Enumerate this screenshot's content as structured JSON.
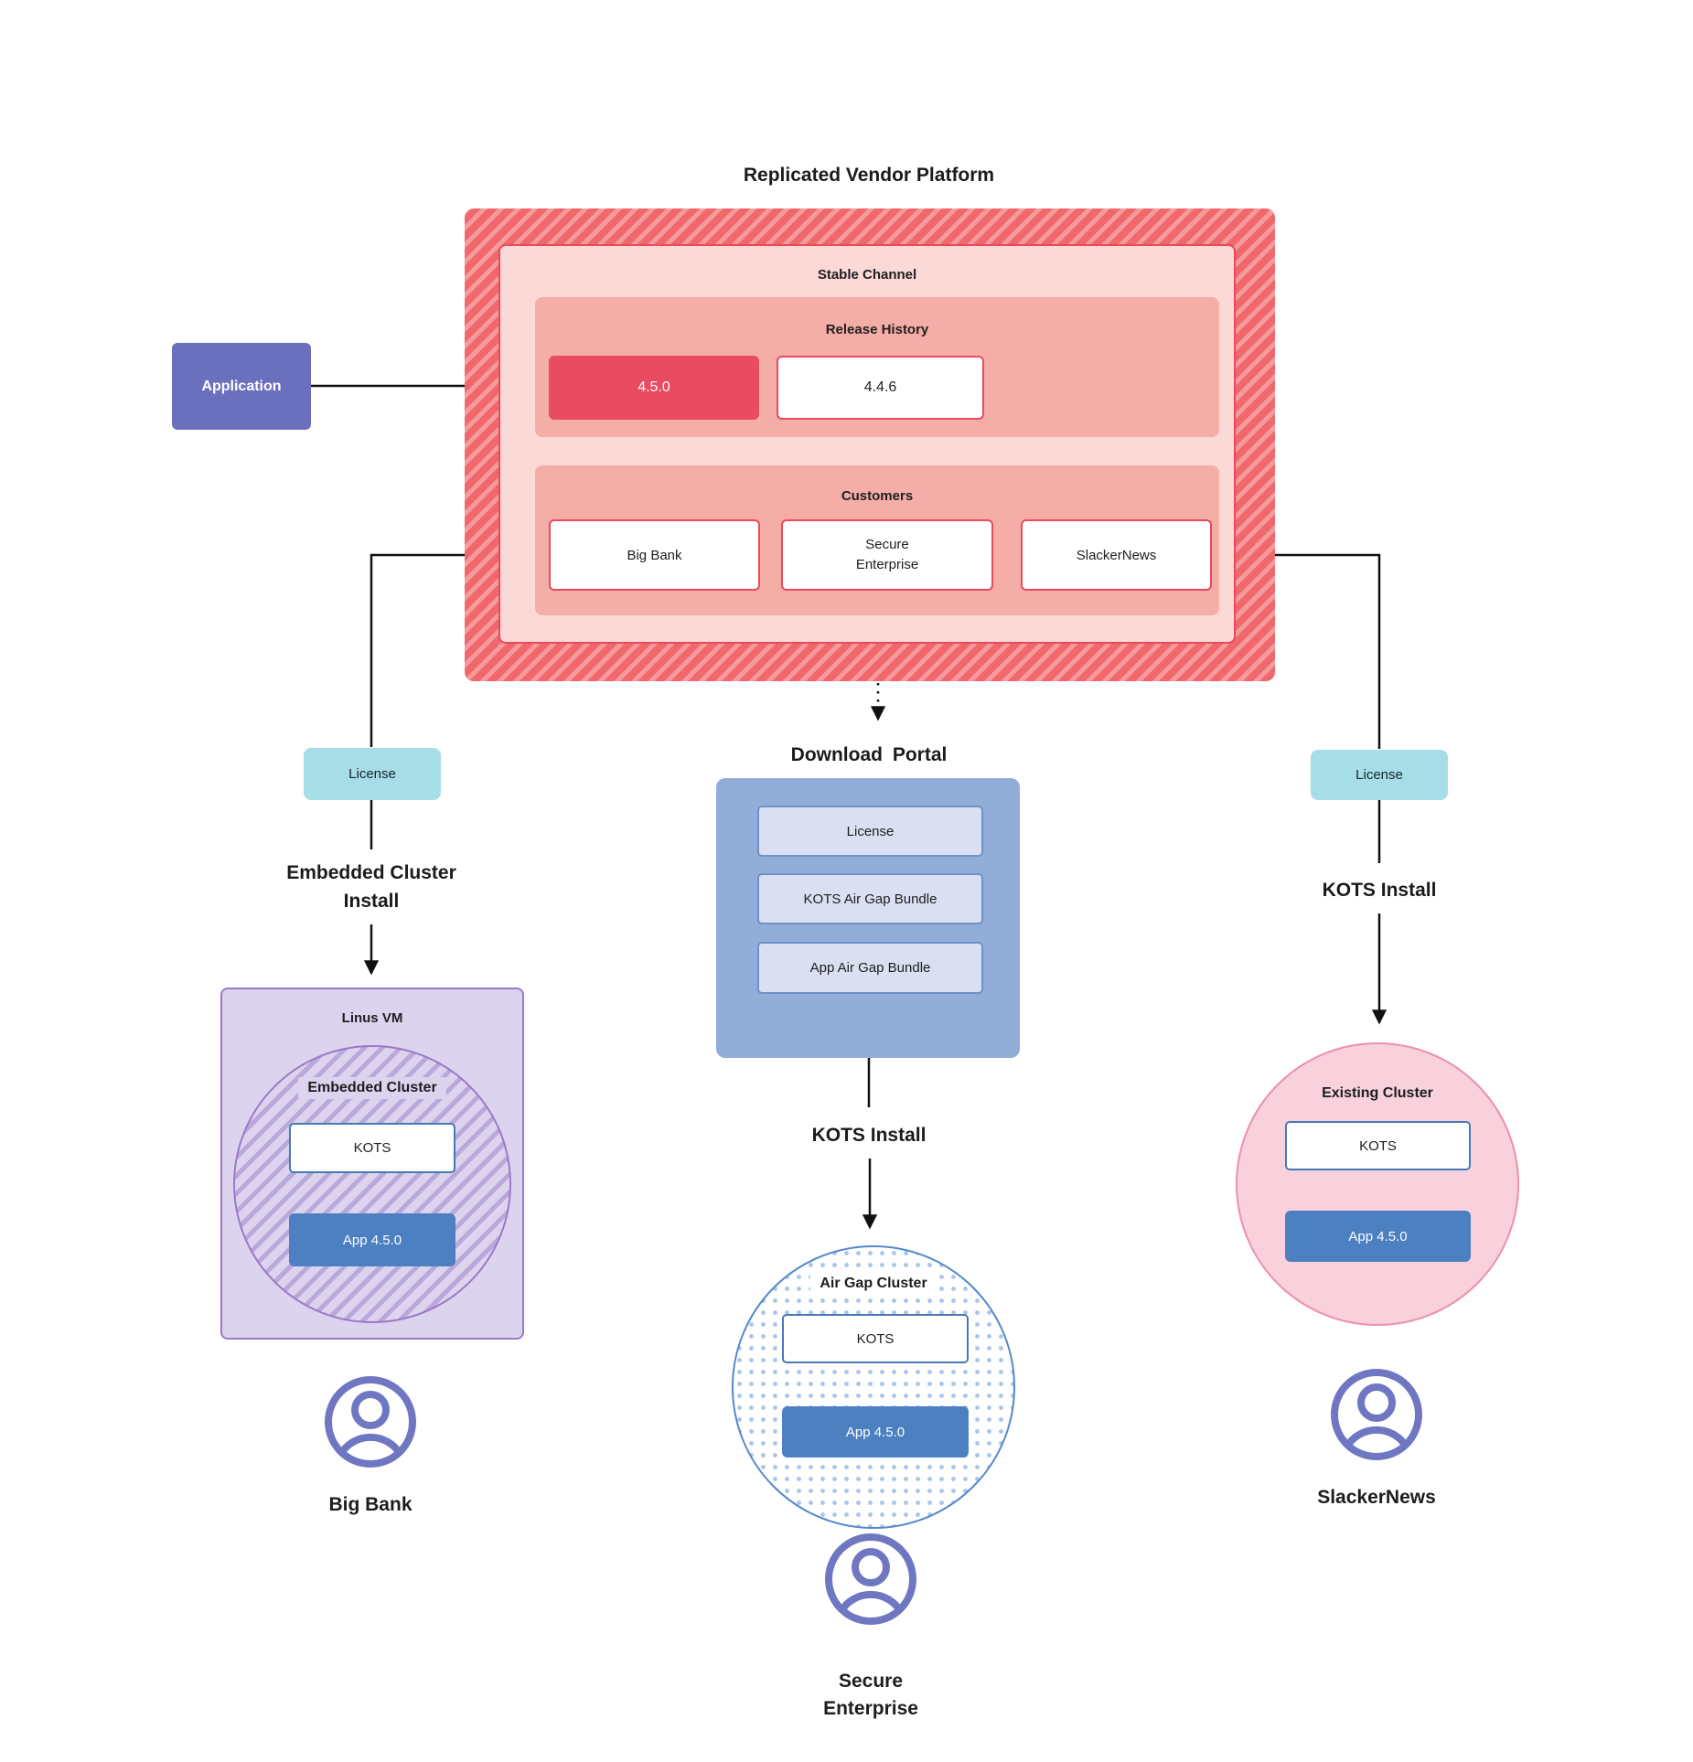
{
  "title": "Replicated Vendor Platform",
  "colors": {
    "platform_red": "#f1686c",
    "platform_stripe": "#f69fa0",
    "stable_pink": "#fbd9d6",
    "section_salmon": "#f5ada7",
    "release_highlight_red": "#e94b60",
    "box_border_red": "#e84a5f",
    "application_purple": "#6b70be",
    "license_teal": "#a7dde7",
    "portal_blue": "#93add9",
    "bundle_lavender": "#dadff2",
    "app_blue": "#4c80c1",
    "vm_purple": "#dcd4ee",
    "vm_border_purple": "#9a7ac8",
    "airgap_border_blue": "#5588cc",
    "existing_pink": "#f8d1dc",
    "existing_border_pink": "#ee8fac",
    "user_icon_purple": "#7077c2"
  },
  "platform": {
    "stable_channel_label": "Stable Channel",
    "release_history": {
      "label": "Release History",
      "releases": [
        "4.5.0",
        "4.4.6"
      ]
    },
    "customers": {
      "label": "Customers",
      "items": [
        "Big Bank",
        "Secure Enterprise",
        "SlackerNews"
      ]
    }
  },
  "application_label": "Application",
  "left_flow": {
    "license_label": "License",
    "install_line1": "Embedded Cluster",
    "install_line2": "Install",
    "vm_title": "Linus VM",
    "cluster_title": "Embedded Cluster",
    "kots_label": "KOTS",
    "app_label": "App 4.5.0",
    "user_label": "Big Bank"
  },
  "middle_flow": {
    "portal_title": "Download Portal",
    "bundles": [
      "License",
      "KOTS Air Gap Bundle",
      "App Air Gap Bundle"
    ],
    "install_label": "KOTS Install",
    "cluster_title": "Air Gap Cluster",
    "kots_label": "KOTS",
    "app_label": "App 4.5.0",
    "user_line1": "Secure",
    "user_line2": "Enterprise"
  },
  "right_flow": {
    "license_label": "License",
    "install_label": "KOTS Install",
    "cluster_title": "Existing Cluster",
    "kots_label": "KOTS",
    "app_label": "App 4.5.0",
    "user_label": "SlackerNews"
  }
}
